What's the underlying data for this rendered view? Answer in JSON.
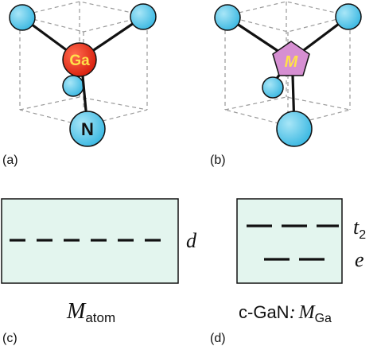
{
  "panels": {
    "a": {
      "label": "(a)",
      "center_atom": "Ga",
      "bottom_atom": "N"
    },
    "b": {
      "label": "(b)",
      "center_atom": "M"
    },
    "c": {
      "label": "(c)",
      "level": "d",
      "caption_main": "M",
      "caption_sub": "atom"
    },
    "d": {
      "label": "(d)",
      "level_upper": "t",
      "level_upper_sub": "2",
      "level_lower": "e",
      "caption_prefix": "c-GaN",
      "caption_colon": ":",
      "caption_main": "M",
      "caption_sub": "Ga"
    }
  },
  "colors": {
    "ligand_atom": "#5bcbec",
    "ga_atom": "#e8321e",
    "ga_text": "#ffe14a",
    "m_atom": "#d68fd2",
    "m_text": "#ffe14a",
    "box_fill": "#e3f5ee",
    "cube_edge": "#9a9a9a"
  }
}
